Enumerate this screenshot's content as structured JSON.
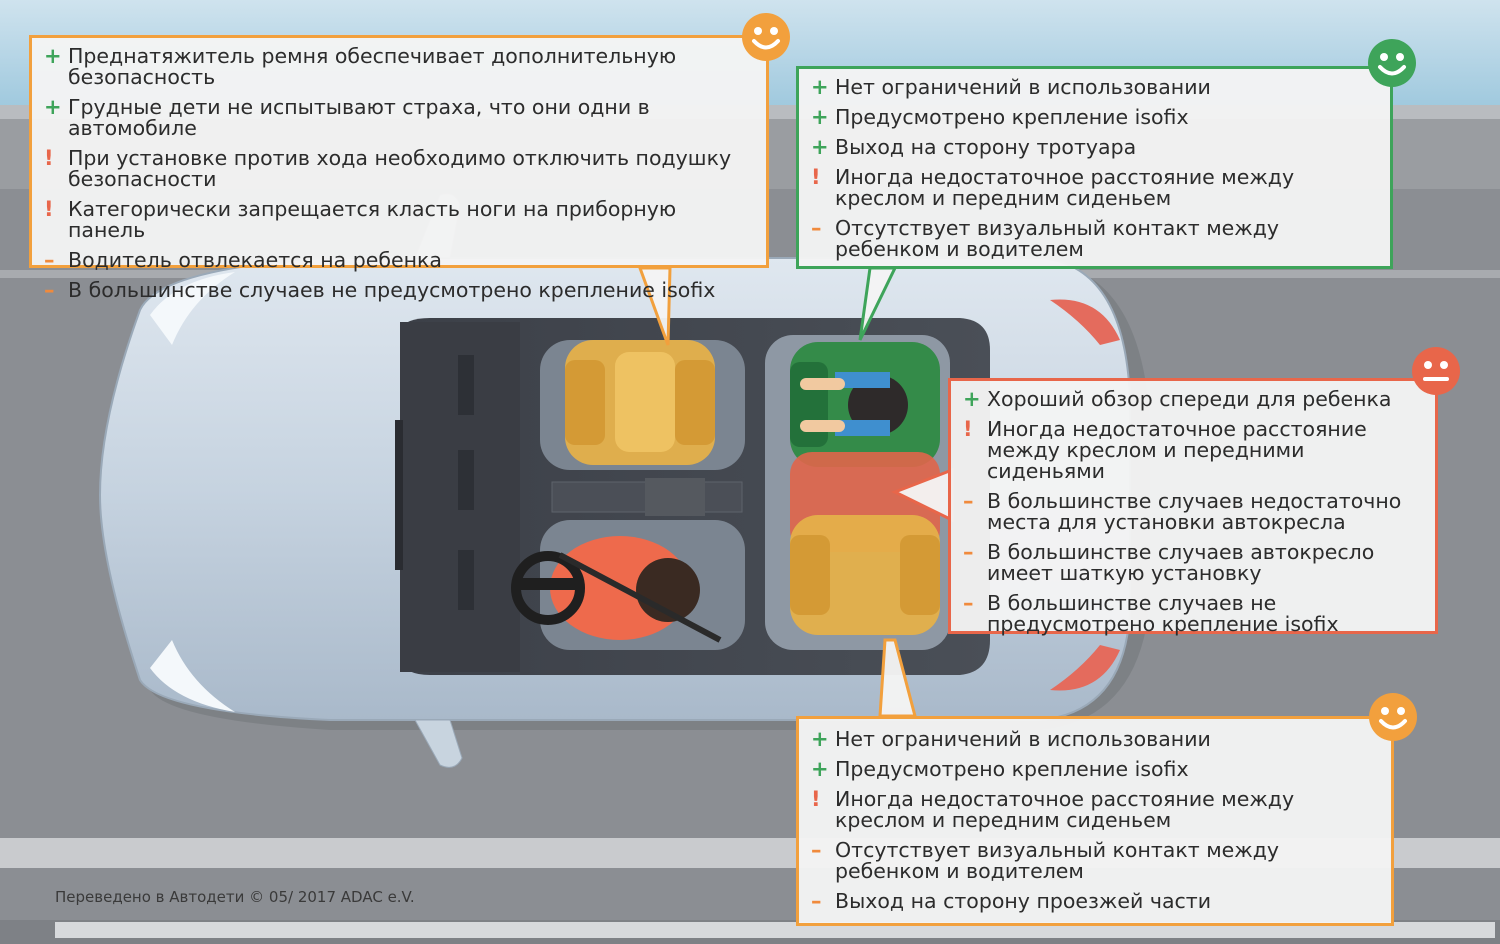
{
  "colors": {
    "plus": "#3ea45a",
    "warning": "#e8664a",
    "minus": "#f08a3c",
    "box_orange": "#f2a03d",
    "box_green": "#3ea45a",
    "box_red": "#e8664a"
  },
  "boxes": {
    "front_passenger": {
      "rating": "smiley-happy-orange-icon",
      "items": [
        {
          "sign": "+",
          "text": "Преднатяжитель ремня обеспечивает дополнительную безопасность"
        },
        {
          "sign": "+",
          "text": "Грудные дети не испытывают страха, что они одни в автомобиле"
        },
        {
          "sign": "!",
          "text": "При установке против хода необходимо отключить подушку безопасности"
        },
        {
          "sign": "!",
          "text": "Категорически запрещается класть ноги на приборную панель"
        },
        {
          "sign": "–",
          "text": "Водитель отвлекается на ребенка"
        },
        {
          "sign": "–",
          "text": "В большинстве случаев не предусмотрено крепление isofix"
        }
      ]
    },
    "rear_right": {
      "rating": "smiley-happy-green-icon",
      "items": [
        {
          "sign": "+",
          "text": "Нет ограничений в использовании"
        },
        {
          "sign": "+",
          "text": "Предусмотрено крепление isofix"
        },
        {
          "sign": "+",
          "text": "Выход на сторону тротуара"
        },
        {
          "sign": "!",
          "text": "Иногда недостаточное расстояние между креслом и передним сиденьем"
        },
        {
          "sign": "–",
          "text": "Отсутствует визуальный контакт между ребенком и водителем"
        }
      ]
    },
    "rear_middle": {
      "rating": "smiley-neutral-red-icon",
      "items": [
        {
          "sign": "+",
          "text": "Хороший обзор спереди для ребенка"
        },
        {
          "sign": "!",
          "text": "Иногда недостаточное расстояние между креслом и передними сиденьями"
        },
        {
          "sign": "–",
          "text": "В большинстве случаев недостаточно места для установки автокресла"
        },
        {
          "sign": "–",
          "text": "В большинстве случаев автокресло имеет шаткую установку"
        },
        {
          "sign": "–",
          "text": "В большинстве случаев не предусмотрено крепление isofix"
        }
      ]
    },
    "rear_left": {
      "rating": "smiley-happy-orange-icon",
      "items": [
        {
          "sign": "+",
          "text": "Нет ограничений в использовании"
        },
        {
          "sign": "+",
          "text": "Предусмотрено крепление isofix"
        },
        {
          "sign": "!",
          "text": "Иногда недостаточное расстояние между креслом и передним сиденьем"
        },
        {
          "sign": "–",
          "text": "Отсутствует визуальный контакт между ребенком и водителем"
        },
        {
          "sign": "–",
          "text": "Выход на сторону проезжей части"
        }
      ]
    }
  },
  "footer": {
    "credit": "Переведено в Автодети © 05/ 2017 ADAC e.V."
  }
}
